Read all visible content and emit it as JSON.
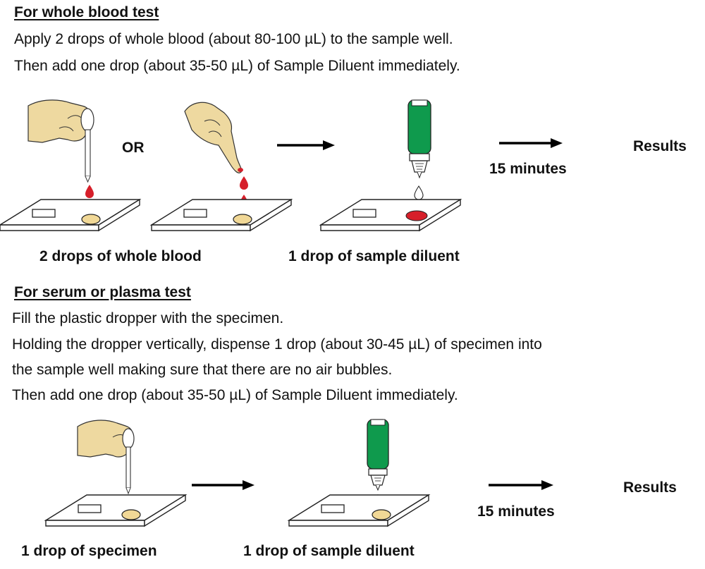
{
  "whole_blood": {
    "heading": "For whole blood test",
    "lines": [
      "Apply 2 drops of whole blood (about 80-100 µL) to the sample well.",
      "Then add one drop (about 35-50 µL) of Sample Diluent immediately."
    ],
    "or_label": "OR",
    "time_label": "15 minutes",
    "results_label": "Results",
    "caption_blood": "2 drops of whole blood",
    "caption_diluent": "1 drop of sample diluent"
  },
  "serum_plasma": {
    "heading": "For serum or plasma test",
    "lines": [
      "Fill the plastic dropper with the specimen.",
      "Holding the dropper vertically, dispense 1 drop (about 30-45 µL) of specimen into",
      "the sample well making sure that there are no air bubbles.",
      "Then add one drop (about 35-50 µL) of Sample Diluent immediately."
    ],
    "time_label": "15 minutes",
    "results_label": "Results",
    "caption_specimen": "1 drop of specimen",
    "caption_diluent": "1 drop of sample diluent"
  },
  "colors": {
    "skin": "#eed9a0",
    "blood": "#d61f2a",
    "bottle_green": "#0f9a4d",
    "sample_pad": "#f1d896",
    "outline": "#222222"
  }
}
